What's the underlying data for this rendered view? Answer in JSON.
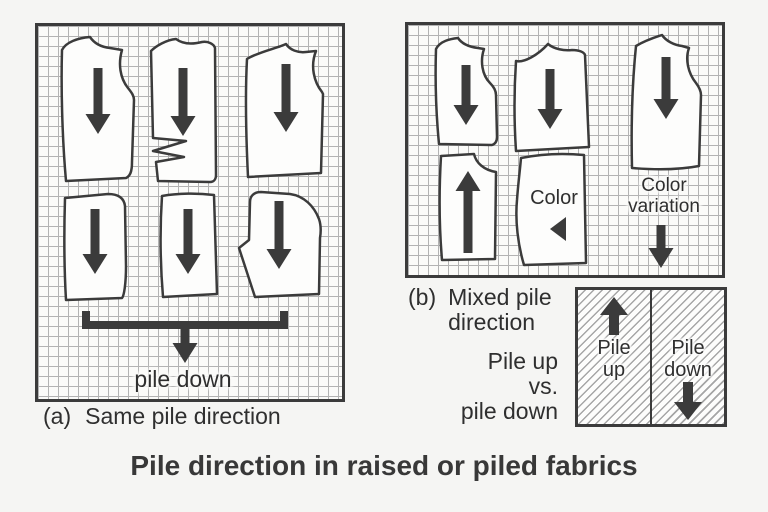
{
  "title": "Pile direction in raised or piled fabrics",
  "panel_a": {
    "label_prefix": "(a)",
    "label_text": "Same pile direction",
    "pile_arrow_label": "pile down",
    "pieces_pile_direction": "down"
  },
  "panel_b": {
    "label_prefix": "(b)",
    "label_line1": "Mixed pile",
    "label_line2": "direction",
    "color_piece_label": "Color",
    "color_variation_line1": "Color",
    "color_variation_line2": "variation"
  },
  "comparison": {
    "caption_line1": "Pile up",
    "caption_line2": "vs.",
    "caption_line3": "pile down",
    "left_swatch": {
      "line1": "Pile",
      "line2": "up",
      "direction": "up"
    },
    "right_swatch": {
      "line1": "Pile",
      "line2": "down",
      "direction": "down"
    }
  },
  "colors": {
    "ink": "#3b3b3b",
    "grid_line": "#b3b3b3",
    "panel_bg": "#fbfbf9",
    "page_bg": "#f5f5f3",
    "hatch_line": "#a6a6a6"
  }
}
